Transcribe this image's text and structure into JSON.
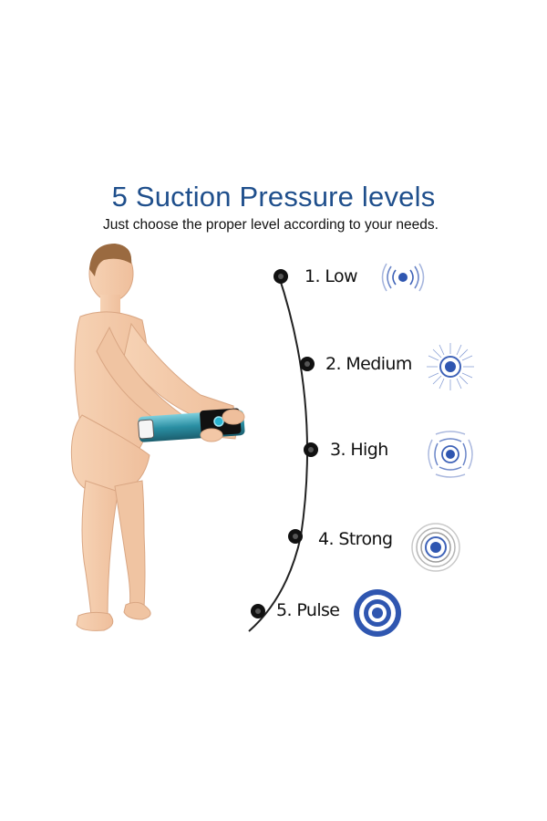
{
  "title": "5 Suction Pressure levels",
  "subtitle": "Just choose the proper level according to your needs.",
  "levels": [
    {
      "label": "1. Low",
      "icon": "vibration-waves-low-icon"
    },
    {
      "label": "2. Medium",
      "icon": "radiating-rings-medium-icon"
    },
    {
      "label": "3. High",
      "icon": "vibration-waves-high-icon"
    },
    {
      "label": "4. Strong",
      "icon": "concentric-rings-strong-icon"
    },
    {
      "label": "5. Pulse",
      "icon": "pulse-rings-icon"
    }
  ],
  "colors": {
    "title": "#1f4f8c",
    "accent_blue": "#2f56b0",
    "skin": "#f3c7a6",
    "device_teal": "#2a8fa3"
  }
}
